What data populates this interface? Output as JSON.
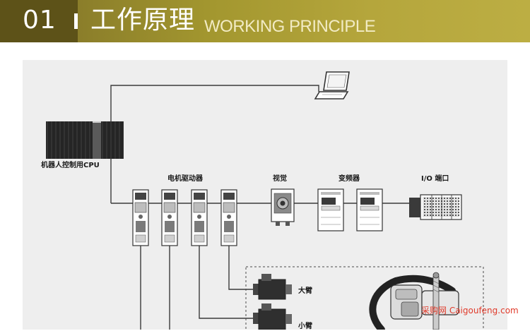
{
  "header": {
    "number": "01",
    "title_cn": "工作原理",
    "title_en": "WORKING PRINCIPLE"
  },
  "diagram": {
    "labels": {
      "cpu": "机器人控制用CPU",
      "drivers": "电机驱动器",
      "vision": "视觉",
      "inverter": "变频器",
      "io": "I/O 端口",
      "big_arm": "大臂",
      "small_arm": "小臂"
    },
    "icons": [
      "laptop-icon",
      "cpu-unit-icon",
      "motor-driver-icon",
      "vision-camera-icon",
      "inverter-icon",
      "io-module-icon",
      "servo-motor-icon",
      "robot-arm-icon"
    ]
  },
  "watermark": "采购网 Caigoufeng.com",
  "colors": {
    "header_dark": "#5d5218",
    "header_gold": "#b5a63c",
    "panel_bg": "#eeeeee",
    "watermark_red": "#e03a2a"
  }
}
